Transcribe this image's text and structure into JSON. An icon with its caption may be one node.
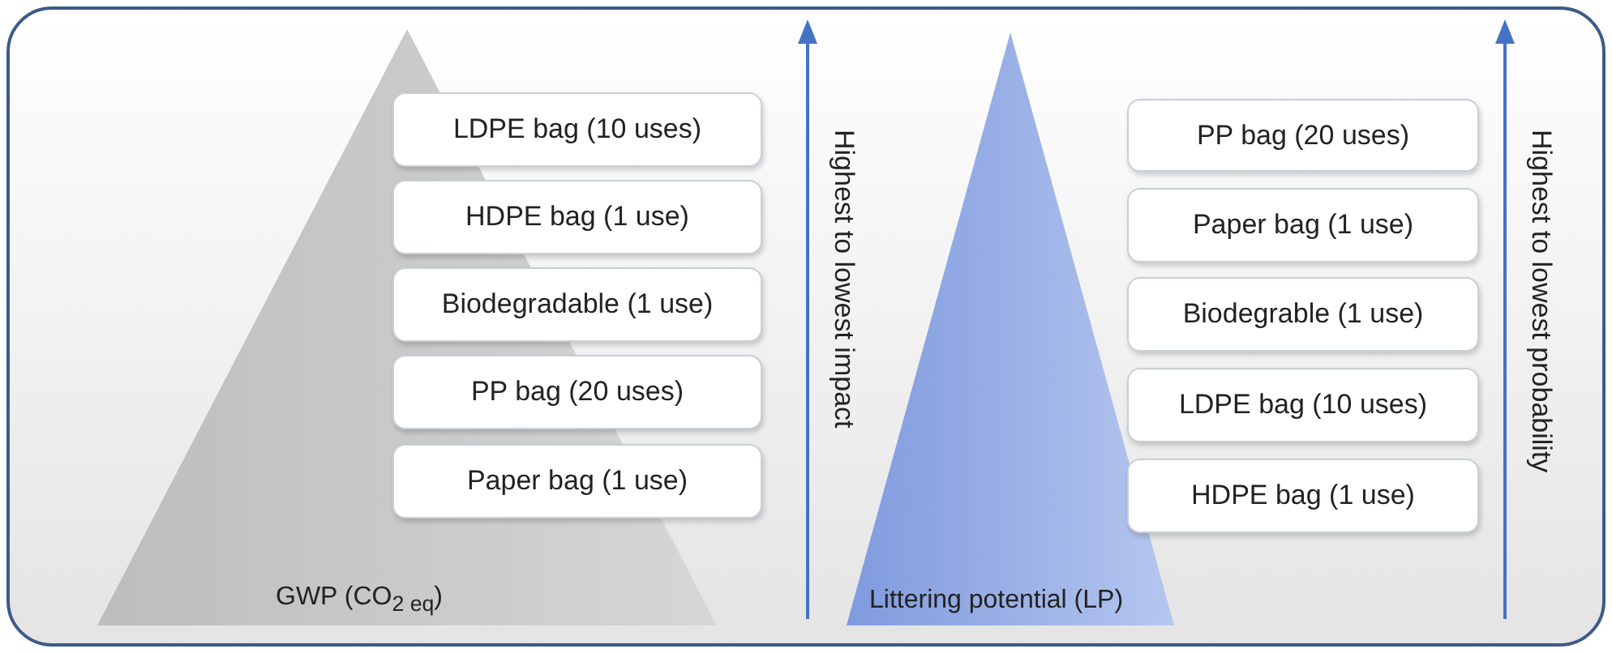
{
  "diagram": {
    "nodes": [
      {
        "text": [
          "GWP (CO$_{2 eq}$)"
        ]
      },
      {
        "text": [
          "LDPE bag (10 uses)"
        ]
      },
      {
        "text": [
          "HDPE bag (1 use)"
        ]
      },
      {
        "text": [
          "Biodegradable (1 use)"
        ]
      },
      {
        "text": [
          "PP bag (20 uses)"
        ]
      },
      {
        "text": [
          "Paper bag (1 use)"
        ]
      },
      {
        "text": [
          "Littering potential (LP)"
        ]
      },
      {
        "text": [
          "PP bag (20 uses)"
        ]
      },
      {
        "text": [
          "Paper bag (1 use)"
        ]
      },
      {
        "text": [
          "Biodegrable (1 use)"
        ]
      },
      {
        "text": [
          "LDPE bag (10 uses)"
        ]
      },
      {
        "text": [
          "HDPE bag (1 use)"
        ]
      }
    ],
    "labels": [
      "Highest to lowest impact",
      "Highest to lowest probability"
    ]
  }
}
